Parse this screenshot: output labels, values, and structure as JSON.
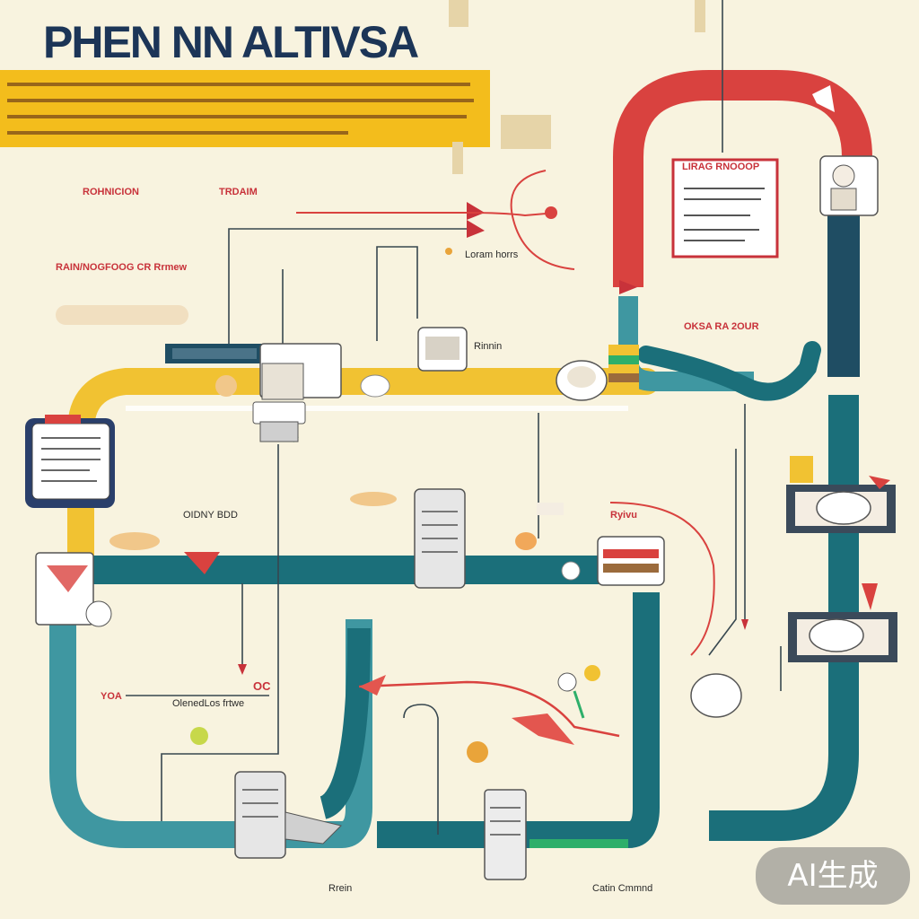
{
  "title": "PHEN NN ALTIVSA",
  "callouts": {
    "top_left_1": "ROHNICION",
    "top_left_2": "TRDAIM",
    "top_left_3": "RAIN/NOGFOOG CR Rrmew",
    "flow_label_1": "Loram horrs",
    "flow_label_2": "Rinnin",
    "card_title": "LIRAG RNOOOP",
    "right_label_1": "OKSA RA 2OUR",
    "mid_label": "OIDNY BDD",
    "mid_right_label": "Ryivu",
    "lower_left_label": "YOA",
    "lower_left_badge": "OC",
    "lower_left_text": "OlenedLos frtwe",
    "bottom_left": "Rrein",
    "bottom_right": "Catin Cmmnd"
  },
  "watermark": "AI生成",
  "colors": {
    "background": "#f8f3df",
    "banner": "#f3bd1c",
    "title": "#1c3557",
    "teal_track": "#1b6f7a",
    "yellow_track": "#f1c232",
    "red_track": "#d9423f",
    "navy_track": "#1f4d63",
    "accent_red": "#c8323a"
  }
}
